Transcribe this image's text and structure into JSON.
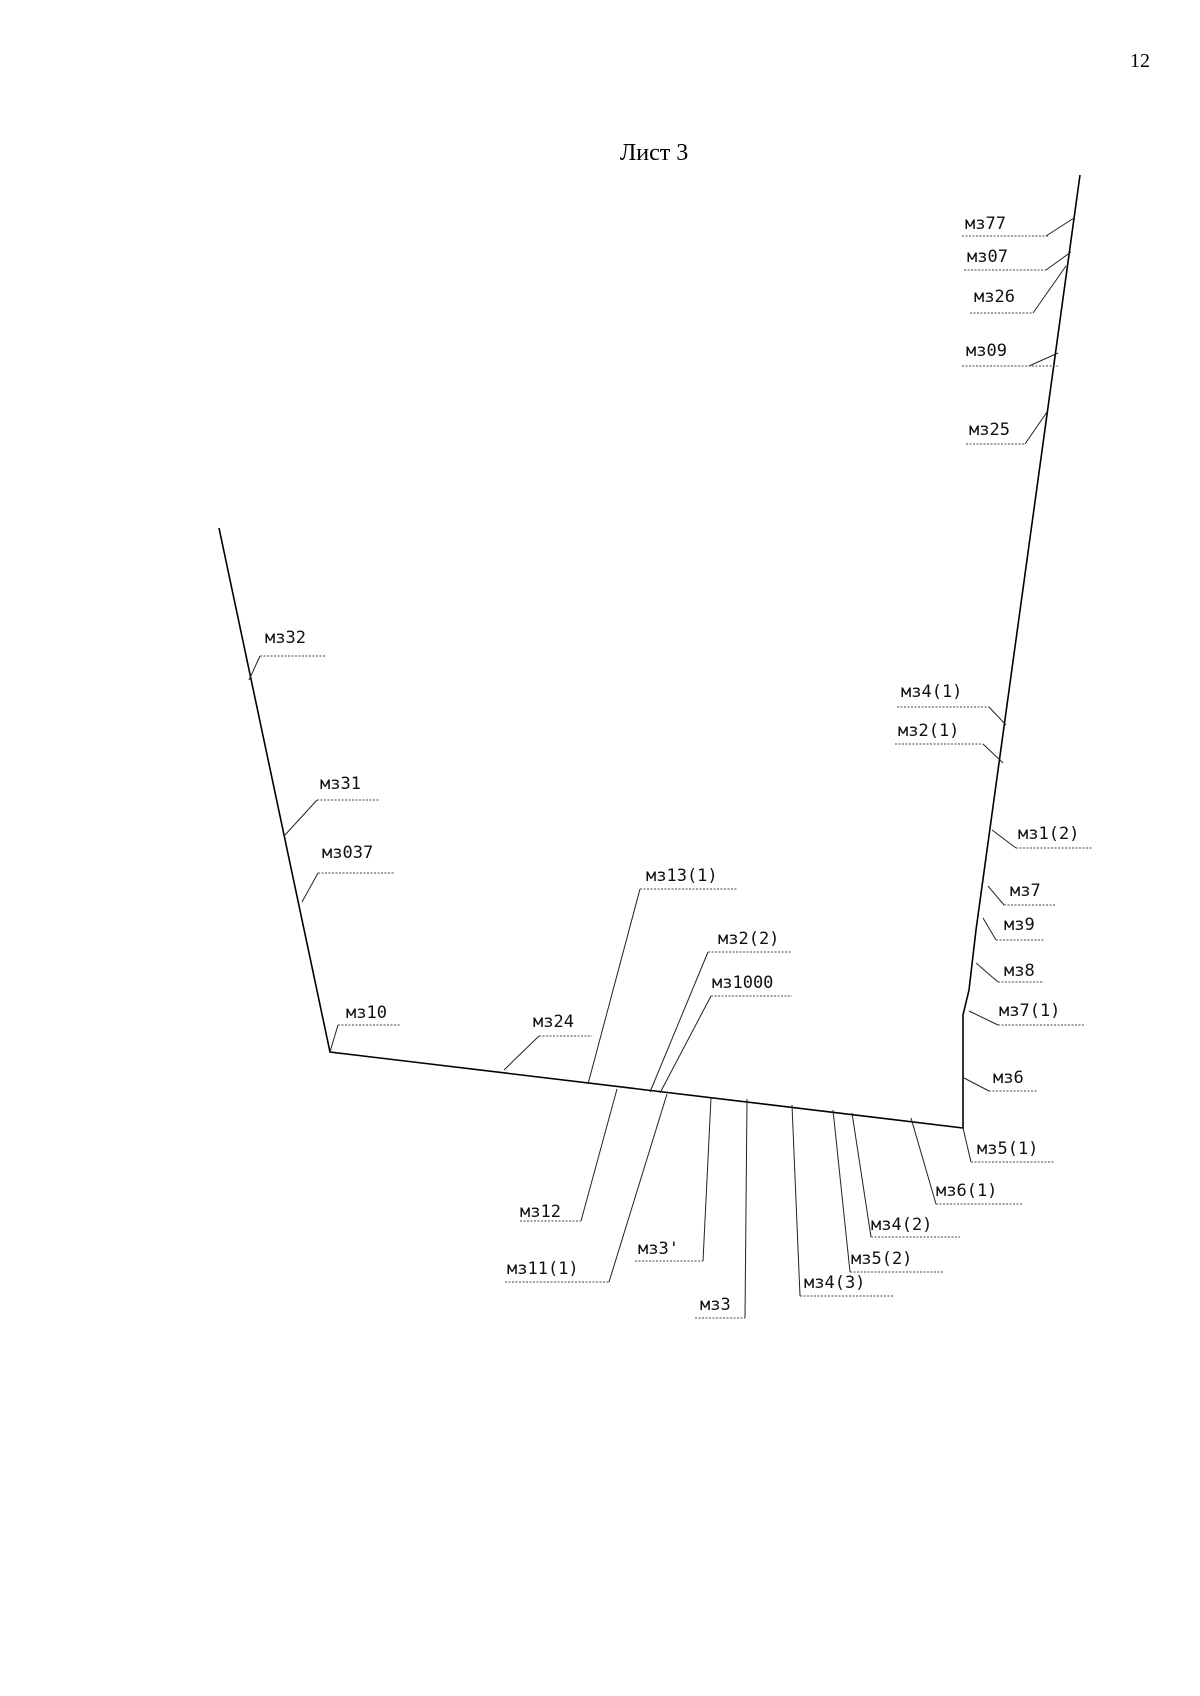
{
  "page": {
    "number": "12",
    "title": "Лист 3"
  },
  "tree": {
    "leaf_labels": [
      "мз77",
      "мз07",
      "мз26",
      "мз09",
      "мз25",
      "мз4(1)",
      "мз2(1)",
      "мз1(2)",
      "мз7",
      "мз9",
      "мз8",
      "мз7(1)",
      "мз6",
      "мз5(1)",
      "мз6(1)",
      "мз4(2)",
      "мз5(2)",
      "мз4(3)",
      "мз3",
      "мз3'",
      "мз11(1)",
      "мз12",
      "мз1000",
      "мз2(2)",
      "мз13(1)",
      "мз24",
      "мз10",
      "мз037",
      "мз31",
      "мз32"
    ]
  }
}
